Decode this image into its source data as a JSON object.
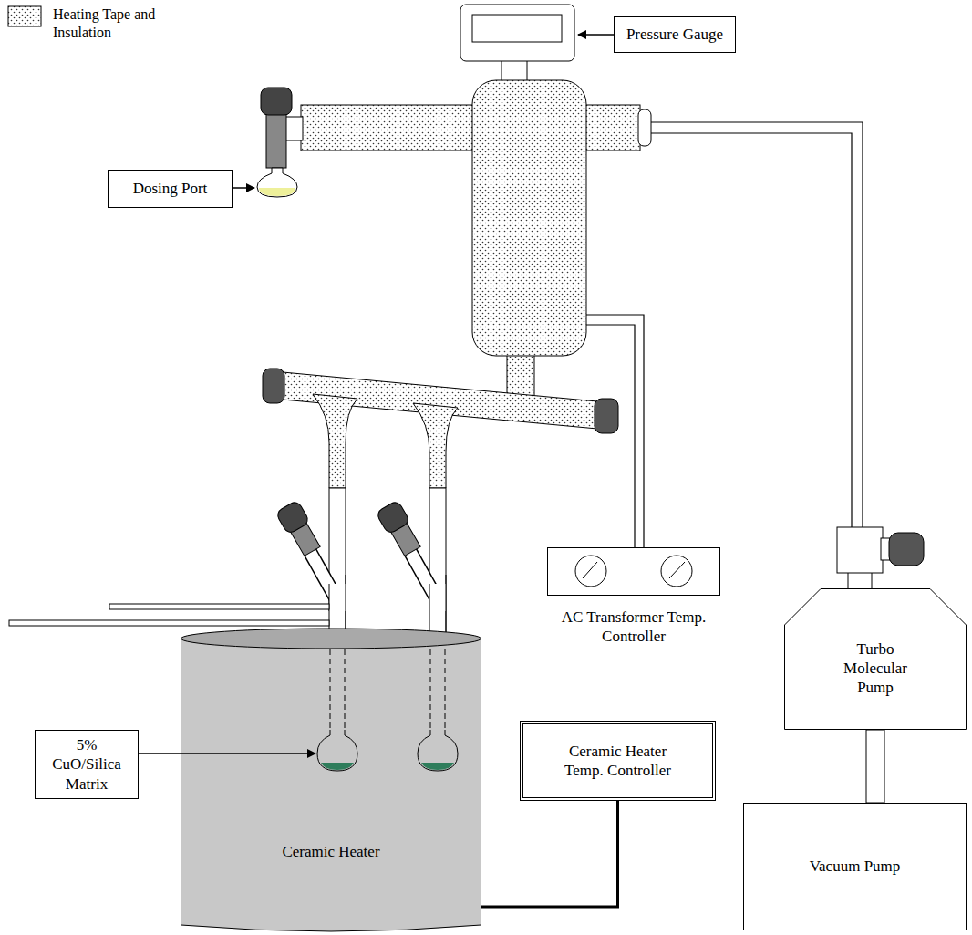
{
  "diagram": {
    "nodes": [
      {
        "text": [
          "Pressure Gauge"
        ]
      },
      {
        "text": [
          "Dosing Port"
        ]
      },
      {
        "text": [
          "AC Transformer Temp. Controller"
        ]
      },
      {
        "text": [
          "Turbo Molecular Pump"
        ]
      },
      {
        "text": [
          "Ceramic Heater Temp. Controller"
        ]
      },
      {
        "text": [
          "5% CuO/Silica Matrix"
        ]
      },
      {
        "text": [
          "Ceramic Heater"
        ]
      },
      {
        "text": [
          "Vacuum Pump"
        ]
      }
    ],
    "edges": [
      {
        "from": 4,
        "to": 6,
        "arrow": "none"
      },
      {
        "from": 3,
        "to": 7,
        "arrow": "none"
      }
    ],
    "legend": [
      {
        "text": "Heating Tape and Insulation"
      }
    ]
  }
}
